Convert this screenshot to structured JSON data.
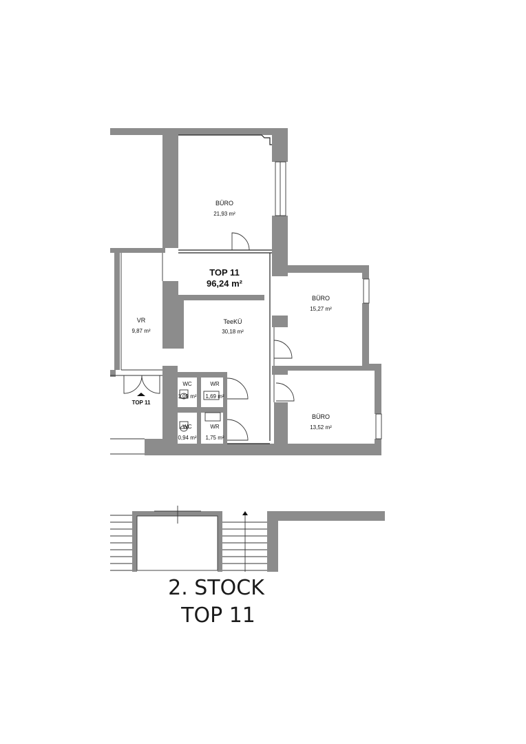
{
  "unit": {
    "name": "TOP 11",
    "area": "96,24 m²"
  },
  "rooms": {
    "buero_top": {
      "name": "BÜRO",
      "area": "21,93 m²"
    },
    "buero_mid": {
      "name": "BÜRO",
      "area": "15,27 m²"
    },
    "buero_bot": {
      "name": "BÜRO",
      "area": "13,52 m²"
    },
    "teekueche": {
      "name": "TeeKÜ",
      "area": "30,18 m²"
    },
    "vr": {
      "name": "VR",
      "area": "9,87 m²"
    },
    "wc1": {
      "name": "WC",
      "area": "1,09 m²"
    },
    "wr1": {
      "name": "WR",
      "area": "1,69 m²"
    },
    "wc2": {
      "name": "WC",
      "area": "0,94 m²"
    },
    "wr2": {
      "name": "WR",
      "area": "1,75 m²"
    }
  },
  "entrance_label": "TOP 11",
  "caption": {
    "line1": "2. STOCK",
    "line2": "TOP 11"
  },
  "colors": {
    "wall": "#8c8c8c",
    "line": "#222222"
  }
}
